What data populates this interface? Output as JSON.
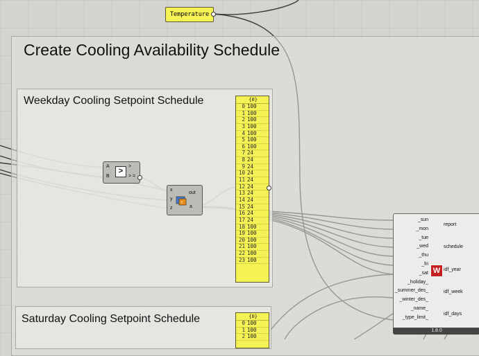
{
  "canvas": {
    "outer_group_title": "Create Cooling Availability Schedule",
    "weekday_group_title": "Weekday Cooling Setpoint Schedule",
    "saturday_group_title": "Saturday Cooling Setpoint Schedule"
  },
  "temperature_panel": {
    "label": "Temperature"
  },
  "weekday_panel": {
    "header": "{0}",
    "rows": [
      {
        "i": "0",
        "v": "100"
      },
      {
        "i": "1",
        "v": "100"
      },
      {
        "i": "2",
        "v": "100"
      },
      {
        "i": "3",
        "v": "100"
      },
      {
        "i": "4",
        "v": "100"
      },
      {
        "i": "5",
        "v": "100"
      },
      {
        "i": "6",
        "v": "100"
      },
      {
        "i": "7",
        "v": "24"
      },
      {
        "i": "8",
        "v": "24"
      },
      {
        "i": "9",
        "v": "24"
      },
      {
        "i": "10",
        "v": "24"
      },
      {
        "i": "11",
        "v": "24"
      },
      {
        "i": "12",
        "v": "24"
      },
      {
        "i": "13",
        "v": "24"
      },
      {
        "i": "14",
        "v": "24"
      },
      {
        "i": "15",
        "v": "24"
      },
      {
        "i": "16",
        "v": "24"
      },
      {
        "i": "17",
        "v": "24"
      },
      {
        "i": "18",
        "v": "100"
      },
      {
        "i": "19",
        "v": "100"
      },
      {
        "i": "20",
        "v": "100"
      },
      {
        "i": "21",
        "v": "100"
      },
      {
        "i": "22",
        "v": "100"
      },
      {
        "i": "23",
        "v": "100"
      }
    ]
  },
  "saturday_panel": {
    "header": "{0}",
    "rows": [
      {
        "i": "0",
        "v": "100"
      },
      {
        "i": "1",
        "v": "100"
      },
      {
        "i": "2",
        "v": "100"
      }
    ]
  },
  "compare_component": {
    "inputs": [
      "A",
      "B"
    ],
    "outputs": [
      ">",
      "> ="
    ],
    "icon": "greater-than-icon"
  },
  "expression_component": {
    "inputs": [
      "x",
      "y",
      "z"
    ],
    "outputs": [
      "out",
      "a"
    ],
    "icon": "expression-icon"
  },
  "ladybug_component": {
    "inputs": [
      "_sun",
      "_mon",
      "_tue",
      "_wed",
      "_thu",
      "_fri",
      "_sat",
      "_holiday_",
      "_summer_des_",
      "_winter_des_",
      "_name_",
      "_type_limit_"
    ],
    "outputs": [
      "report",
      "schedule",
      "idf_year",
      "idf_week",
      "idf_days"
    ],
    "version": "1.8.0",
    "logo_letter": "W",
    "logo_color": "#c42020"
  },
  "colors": {
    "panel_yellow": "#f5f255",
    "canvas": "#d4d3cf",
    "wire": "#3a3a3a"
  }
}
